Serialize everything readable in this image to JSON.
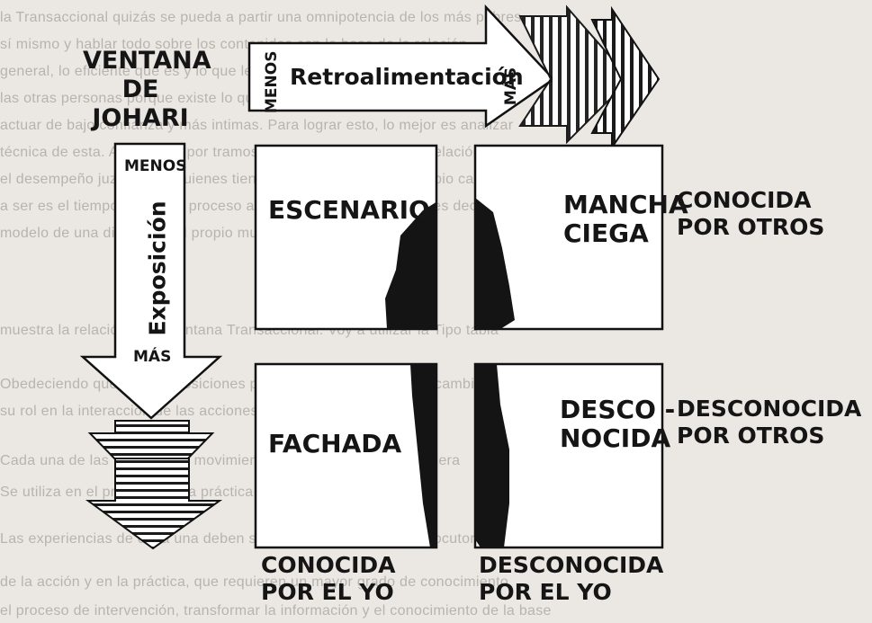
{
  "title": {
    "line1": "VENTANA",
    "line2": "DE",
    "line3": "JOHARI"
  },
  "feedback_arrow": {
    "less": "MENOS",
    "label": "Retroalimentación",
    "more": "MÁS"
  },
  "exposure_arrow": {
    "less": "MENOS",
    "label": "Exposición",
    "more": "MÁS"
  },
  "quadrants": {
    "top_left": "ESCENARIO",
    "top_right": {
      "line1": "MANCHA",
      "line2": "CIEGA"
    },
    "bottom_left": "FACHADA",
    "bottom_right": {
      "line1": "DESCO -",
      "line2": "NOCIDA"
    }
  },
  "row_labels": {
    "known_by_others": {
      "line1": "CONOCIDA",
      "line2": "POR OTROS"
    },
    "unknown_by_others": {
      "line1": "DESCONOCIDA",
      "line2": "POR OTROS"
    }
  },
  "column_labels": {
    "known_by_self": {
      "line1": "CONOCIDA",
      "line2": "POR EL YO"
    },
    "unknown_by_self": {
      "line1": "DESCONOCIDA",
      "line2": "POR EL YO"
    }
  },
  "bleed_lines": [
    "la Transaccional quizás se pueda a partir una omnipotencia de los más pobres",
    "sí mismo y hablar todo sobre los contenidos con la base de la relación",
    "general, lo eficiente que es y lo que le ha sido consistente. La relación de",
    "las otras personas porque existe lo que es una constante en cuanto a las",
    "actuar de bajo confianza y más intimas. Para lograr esto, lo mejor es analizar",
    "técnica de esta. Analizando por tramos de personas y cuál es la relación",
    "el desempeño juzgado de quienes tienen una información del propio carácter",
    "a ser es el tiempo en que el proceso analiza su propia conducta, es decir",
    "modelo de una dinámica del propio mundo",
    "muestra la relación de la Ventana Transaccional. Voy a utilizar la Tipo tabla",
    "Obedeciendo que las tres posiciones personales. Analizar lo intercambio de",
    "su rol en la interacción de las acciones en la relación",
    "Cada una de las tendencias, movimiento de la persona y cómo opera",
    "Se utiliza en el proceso, en la práctica",
    "Las experiencias de cada una deben ser reconocidas por el interlocutor gestando",
    "de la acción y en la práctica, que requieren un mayor grado de conocimiento",
    "el proceso de intervención, transformar la información y el conocimiento de la base"
  ]
}
